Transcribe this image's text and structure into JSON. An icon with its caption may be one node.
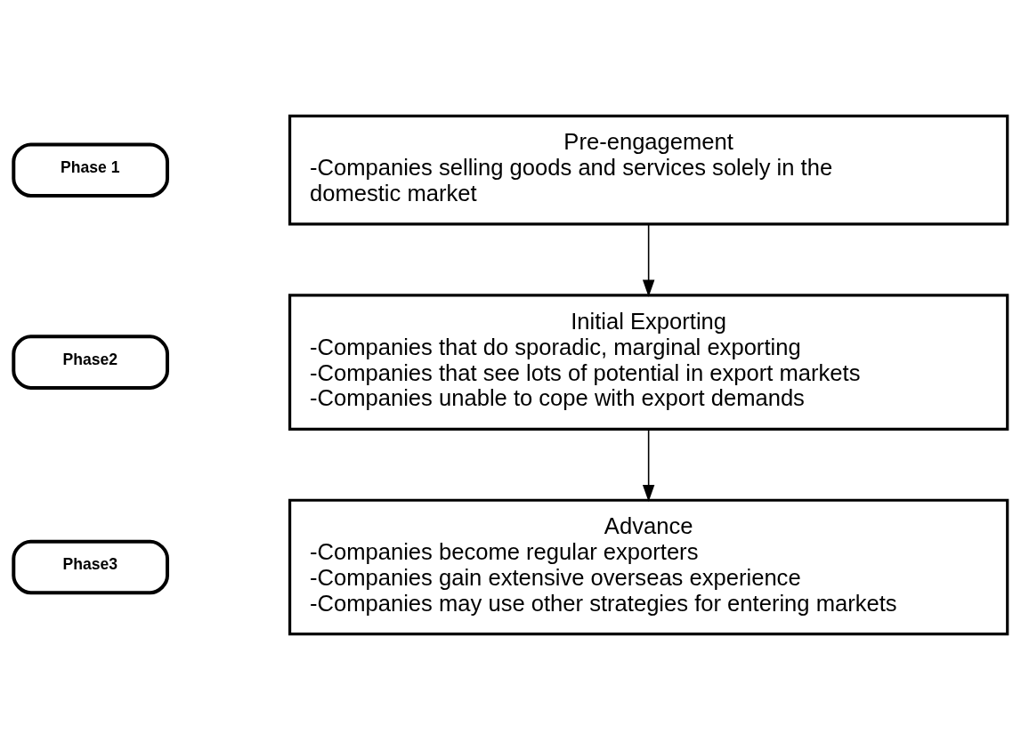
{
  "diagram": {
    "nodes": [
      {
        "text": [
          "Phase 1"
        ]
      },
      {
        "text": [
          "Pre-engagement",
          "-Companies selling goods and services solely in the domestic market"
        ]
      },
      {
        "text": [
          "Phase2"
        ]
      },
      {
        "text": [
          "Initial Exporting",
          "-Companies that do sporadic, marginal exporting",
          "-Companies that see lots of potential in export markets",
          "-Companies unable to cope with export demands"
        ]
      },
      {
        "text": [
          "Phase3"
        ]
      },
      {
        "text": [
          "Advance",
          "-Companies become regular exporters",
          "-Companies gain extensive overseas experience",
          "-Companies may use other strategies for entering markets"
        ]
      }
    ],
    "edges": [
      {
        "from": 1,
        "to": 3,
        "arrow": "to"
      },
      {
        "from": 3,
        "to": 5,
        "arrow": "to"
      }
    ]
  }
}
